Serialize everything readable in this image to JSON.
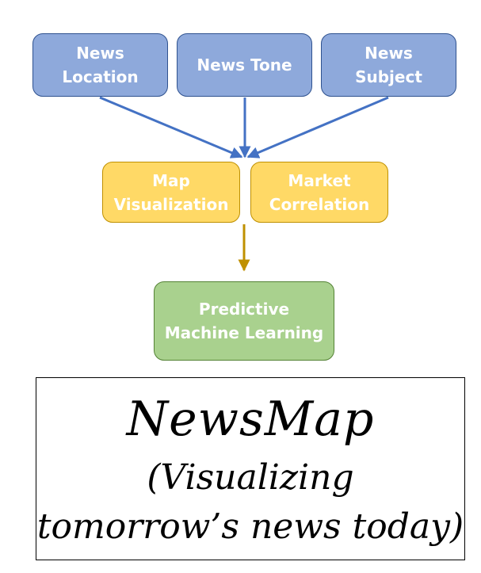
{
  "nodes": {
    "news_location": "News\nLocation",
    "news_tone": "News Tone",
    "news_subject": "News\nSubject",
    "map_visualization": "Map\nVisualization",
    "market_correlation": "Market\nCorrelation",
    "predictive_ml": "Predictive\nMachine Learning"
  },
  "title_box": {
    "title": "NewsMap",
    "subtitle_line1": "(Visualizing",
    "subtitle_line2": "tomorrow’s news today)"
  },
  "colors": {
    "input_fill": "#8EA9DB",
    "input_border": "#2F528F",
    "input_arrow": "#4472C4",
    "middle_fill": "#FFD966",
    "middle_border": "#BF9000",
    "middle_arrow": "#BF9000",
    "output_fill": "#A9D18E",
    "output_border": "#548235"
  }
}
